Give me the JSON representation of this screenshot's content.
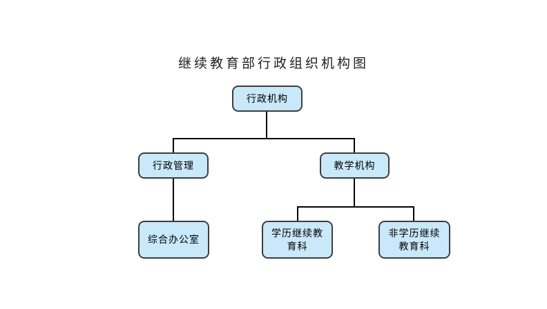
{
  "title": "继续教育部行政组织机构图",
  "nodes": {
    "root": {
      "label": "行政机构"
    },
    "admin": {
      "label": "行政管理"
    },
    "teaching": {
      "label": "教学机构"
    },
    "office": {
      "label": "综合办公室"
    },
    "academic": {
      "label": "学历继续教\n育科"
    },
    "nonacademic": {
      "label": "非学历继续\n教育科"
    }
  },
  "edges": [
    {
      "from": "root",
      "to": "admin"
    },
    {
      "from": "root",
      "to": "teaching"
    },
    {
      "from": "admin",
      "to": "office"
    },
    {
      "from": "teaching",
      "to": "academic"
    },
    {
      "from": "teaching",
      "to": "nonacademic"
    }
  ],
  "colors": {
    "node_fill": "#c9e8fa",
    "node_border": "#3c3c3c",
    "connector": "#000000",
    "text": "#000000",
    "background": "#ffffff"
  }
}
